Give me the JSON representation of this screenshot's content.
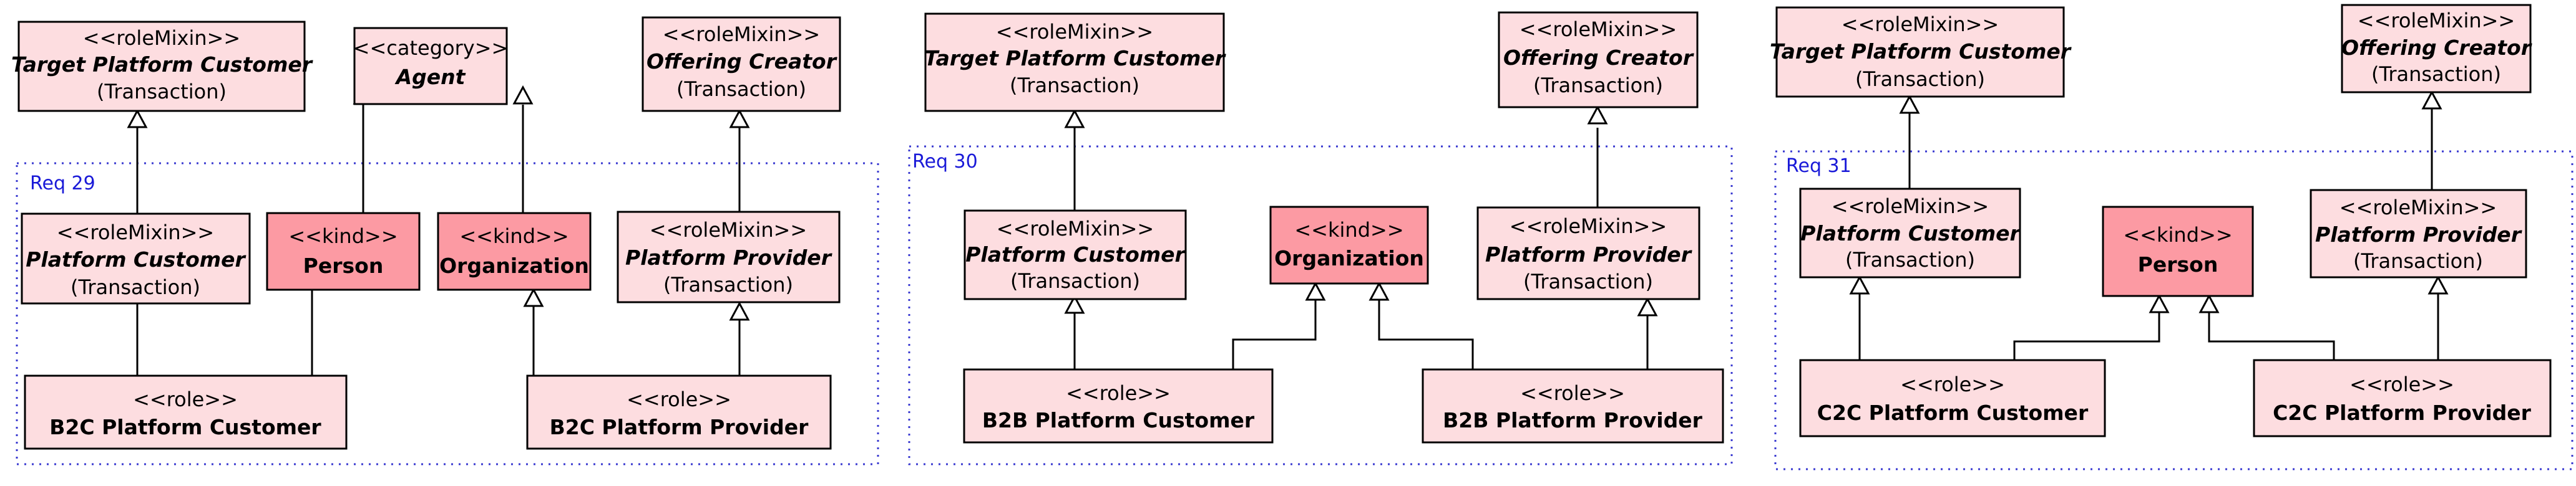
{
  "colors": {
    "class_fill": "#fddde0",
    "kind_fill": "#fc9aa3",
    "class_stroke": "#000000",
    "package_stroke": "#3a3ad0",
    "package_label": "#1a1ad8"
  },
  "packages": [
    {
      "id": "p29",
      "label": "Req 29"
    },
    {
      "id": "p30",
      "label": "Req 30"
    },
    {
      "id": "p31",
      "label": "Req 31"
    }
  ],
  "nodes": [
    {
      "id": "n1",
      "style": "mixin",
      "lines": [
        "<<roleMixin>>",
        "Target Platform Customer",
        "(Transaction)"
      ]
    },
    {
      "id": "n2",
      "style": "mixin",
      "lines": [
        "<<category>>",
        "Agent"
      ]
    },
    {
      "id": "n3",
      "style": "mixin",
      "lines": [
        "<<roleMixin>>",
        "Offering Creator",
        "(Transaction)"
      ]
    },
    {
      "id": "n4",
      "style": "mixin",
      "lines": [
        "<<roleMixin>>",
        "Platform Customer",
        "(Transaction)"
      ]
    },
    {
      "id": "n5",
      "style": "kind",
      "lines": [
        "<<kind>>",
        "Person"
      ]
    },
    {
      "id": "n6",
      "style": "kind",
      "lines": [
        "<<kind>>",
        "Organization"
      ]
    },
    {
      "id": "n7",
      "style": "mixin",
      "lines": [
        "<<roleMixin>>",
        "Platform Provider",
        "(Transaction)"
      ]
    },
    {
      "id": "n8",
      "style": "role",
      "lines": [
        "<<role>>",
        "B2C Platform Customer"
      ]
    },
    {
      "id": "n9",
      "style": "role",
      "lines": [
        "<<role>>",
        "B2C Platform Provider"
      ]
    },
    {
      "id": "n10",
      "style": "mixin",
      "lines": [
        "<<roleMixin>>",
        "Target Platform Customer",
        "(Transaction)"
      ]
    },
    {
      "id": "n11",
      "style": "mixin",
      "lines": [
        "<<roleMixin>>",
        "Offering Creator",
        "(Transaction)"
      ]
    },
    {
      "id": "n12",
      "style": "mixin",
      "lines": [
        "<<roleMixin>>",
        "Platform Customer",
        "(Transaction)"
      ]
    },
    {
      "id": "n13",
      "style": "kind",
      "lines": [
        "<<kind>>",
        "Organization"
      ]
    },
    {
      "id": "n14",
      "style": "mixin",
      "lines": [
        "<<roleMixin>>",
        "Platform Provider",
        "(Transaction)"
      ]
    },
    {
      "id": "n15",
      "style": "role",
      "lines": [
        "<<role>>",
        "B2B Platform Customer"
      ]
    },
    {
      "id": "n16",
      "style": "role",
      "lines": [
        "<<role>>",
        "B2B Platform Provider"
      ]
    },
    {
      "id": "n17",
      "style": "mixin",
      "lines": [
        "<<roleMixin>>",
        "Target Platform Customer",
        "(Transaction)"
      ]
    },
    {
      "id": "n18",
      "style": "mixin",
      "lines": [
        "<<roleMixin>>",
        "Offering Creator",
        "(Transaction)"
      ]
    },
    {
      "id": "n19",
      "style": "mixin",
      "lines": [
        "<<roleMixin>>",
        "Platform Customer",
        "(Transaction)"
      ]
    },
    {
      "id": "n20",
      "style": "kind",
      "lines": [
        "<<kind>>",
        "Person"
      ]
    },
    {
      "id": "n21",
      "style": "mixin",
      "lines": [
        "<<roleMixin>>",
        "Platform Provider",
        "(Transaction)"
      ]
    },
    {
      "id": "n22",
      "style": "role",
      "lines": [
        "<<role>>",
        "C2C Platform Customer"
      ]
    },
    {
      "id": "n23",
      "style": "role",
      "lines": [
        "<<role>>",
        "C2C Platform Provider"
      ]
    }
  ],
  "generalizations": [
    {
      "from": "n4",
      "to": "n1"
    },
    {
      "from": "n5",
      "to": "n2"
    },
    {
      "from": "n6",
      "to": "n2"
    },
    {
      "from": "n7",
      "to": "n3"
    },
    {
      "from": "n8",
      "to": "n4"
    },
    {
      "from": "n8",
      "to": "n5"
    },
    {
      "from": "n9",
      "to": "n6"
    },
    {
      "from": "n9",
      "to": "n7"
    },
    {
      "from": "n12",
      "to": "n10"
    },
    {
      "from": "n14",
      "to": "n11"
    },
    {
      "from": "n15",
      "to": "n12"
    },
    {
      "from": "n15",
      "to": "n13"
    },
    {
      "from": "n16",
      "to": "n13"
    },
    {
      "from": "n16",
      "to": "n14"
    },
    {
      "from": "n19",
      "to": "n17"
    },
    {
      "from": "n21",
      "to": "n18"
    },
    {
      "from": "n22",
      "to": "n19"
    },
    {
      "from": "n22",
      "to": "n20"
    },
    {
      "from": "n23",
      "to": "n20"
    },
    {
      "from": "n23",
      "to": "n21"
    }
  ]
}
